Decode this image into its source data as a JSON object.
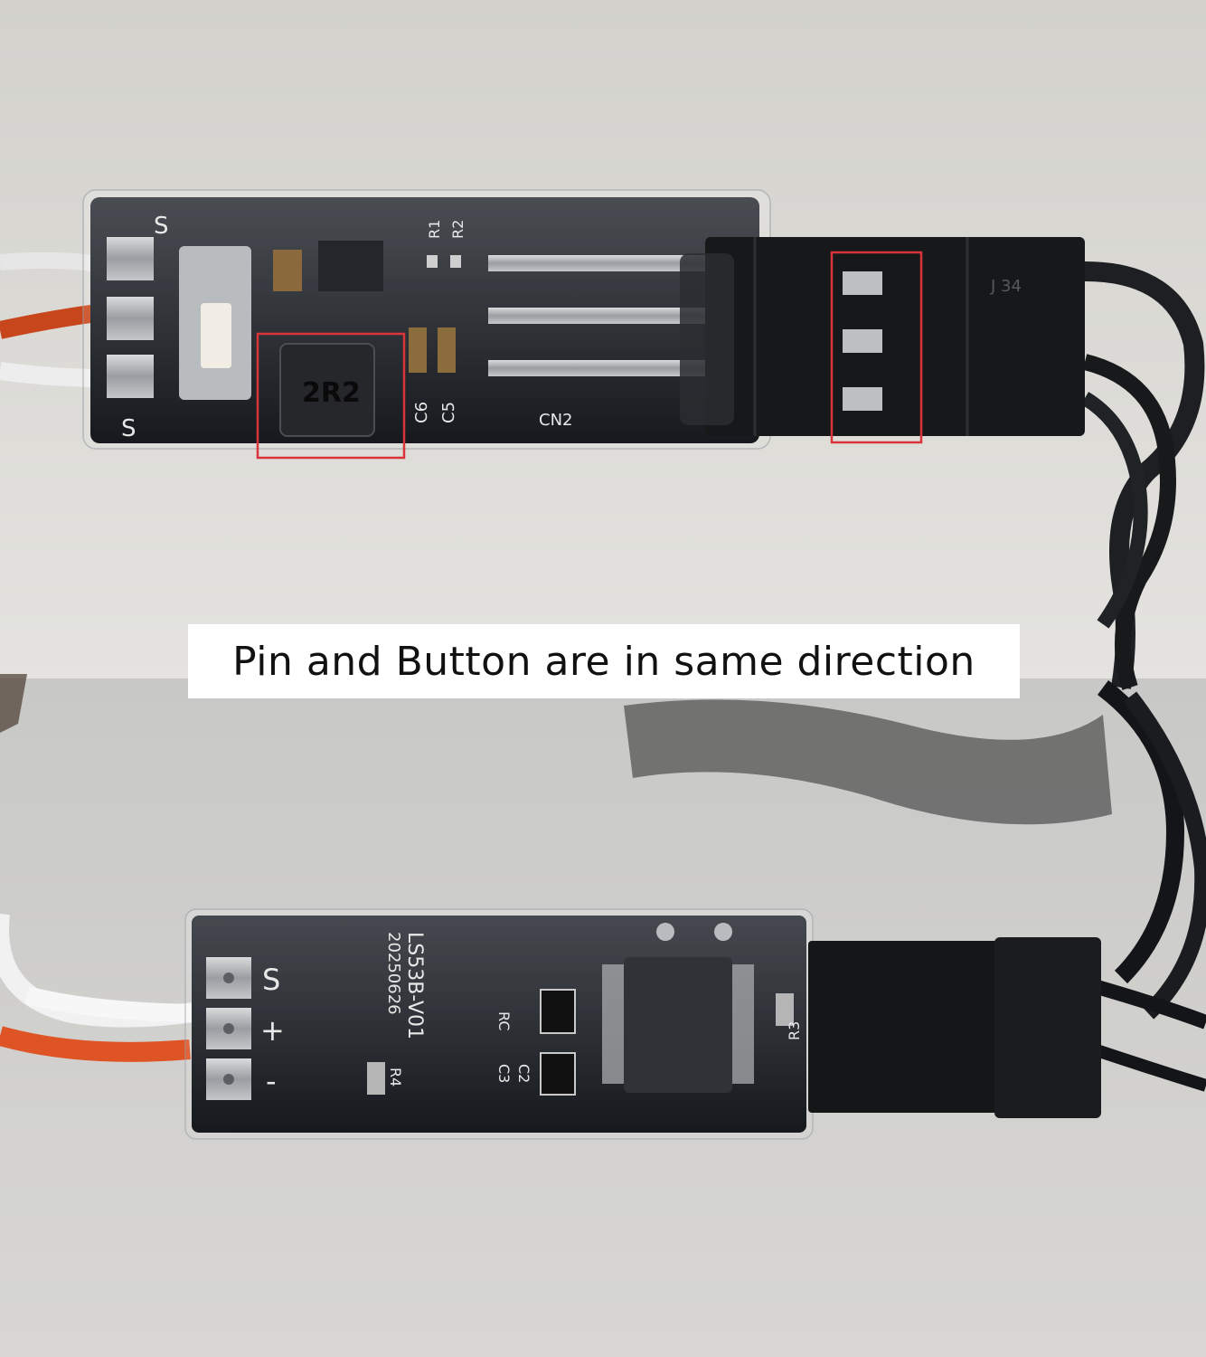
{
  "caption": "Pin and Button are in same direction",
  "top_board": {
    "inductor_marking": "2R2",
    "silkscreen": {
      "s_top": "S",
      "s_bottom": "S",
      "cn2": "CN2",
      "c6": "C6",
      "c5": "C5",
      "r1": "R1",
      "r2": "R2"
    },
    "connector_marking": "J 34"
  },
  "bottom_board": {
    "model": "LS53B-V01",
    "date_code": "20250626",
    "pad_labels": [
      "S",
      "+",
      "-"
    ],
    "silkscreen": {
      "r4": "R4",
      "r3": "R3",
      "c2": "C2",
      "c3": "C3",
      "rc": "RC"
    }
  },
  "highlight_color": "#d9343a"
}
